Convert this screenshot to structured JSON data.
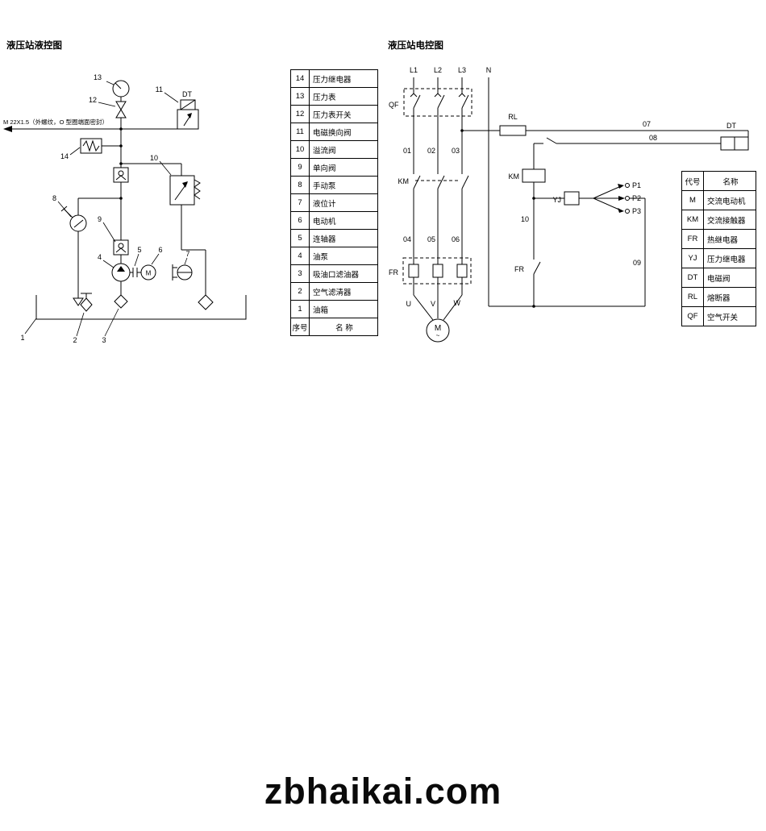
{
  "watermark": "zbhaikai.com",
  "hyd": {
    "title": "液压站液控图",
    "note": "M 22X1.5（外螺纹，O 型圈端面密封）",
    "dt": "DT",
    "motor": "M",
    "c1": "1",
    "c2": "2",
    "c3": "3",
    "c4": "4",
    "c5": "5",
    "c6": "6",
    "c7": "7",
    "c8": "8",
    "c9": "9",
    "c10": "10",
    "c11": "11",
    "c12": "12",
    "c13": "13",
    "c14": "14"
  },
  "parts_table": {
    "footer": {
      "no": "序号",
      "name": "名  称"
    },
    "rows": [
      {
        "no": "14",
        "name": "压力继电器"
      },
      {
        "no": "13",
        "name": "压力表"
      },
      {
        "no": "12",
        "name": "压力表开关"
      },
      {
        "no": "11",
        "name": "电磁换向阀"
      },
      {
        "no": "10",
        "name": "溢流阀"
      },
      {
        "no": "9",
        "name": "单向阀"
      },
      {
        "no": "8",
        "name": "手动泵"
      },
      {
        "no": "7",
        "name": "液位计"
      },
      {
        "no": "6",
        "name": "电动机"
      },
      {
        "no": "5",
        "name": "连轴器"
      },
      {
        "no": "4",
        "name": "油泵"
      },
      {
        "no": "3",
        "name": "吸油口滤油器"
      },
      {
        "no": "2",
        "name": "空气滤清器"
      },
      {
        "no": "1",
        "name": "油箱"
      }
    ]
  },
  "elec": {
    "title": "液压站电控图",
    "l1": "L1",
    "l2": "L2",
    "l3": "L3",
    "n": "N",
    "qf": "QF",
    "km_main": "KM",
    "fr_main": "FR",
    "km_coil": "KM",
    "fr_contact": "FR",
    "rl": "RL",
    "dt": "DT",
    "yj": "YJ",
    "w01": "01",
    "w02": "02",
    "w03": "03",
    "w04": "04",
    "w05": "05",
    "w06": "06",
    "w07": "07",
    "w08": "08",
    "w09": "09",
    "w10": "10",
    "u": "U",
    "v": "V",
    "w": "W",
    "m": "M",
    "m_wave": "~",
    "p1": "P1",
    "p2": "P2",
    "p3": "P3"
  },
  "legend_table": {
    "header": {
      "code": "代号",
      "name": "名称"
    },
    "rows": [
      {
        "code": "M",
        "name": "交流电动机"
      },
      {
        "code": "KM",
        "name": "交流接触器"
      },
      {
        "code": "FR",
        "name": "热继电器"
      },
      {
        "code": "YJ",
        "name": "压力继电器"
      },
      {
        "code": "DT",
        "name": "电磁阀"
      },
      {
        "code": "RL",
        "name": "熔断器"
      },
      {
        "code": "QF",
        "name": "空气开关"
      }
    ]
  }
}
